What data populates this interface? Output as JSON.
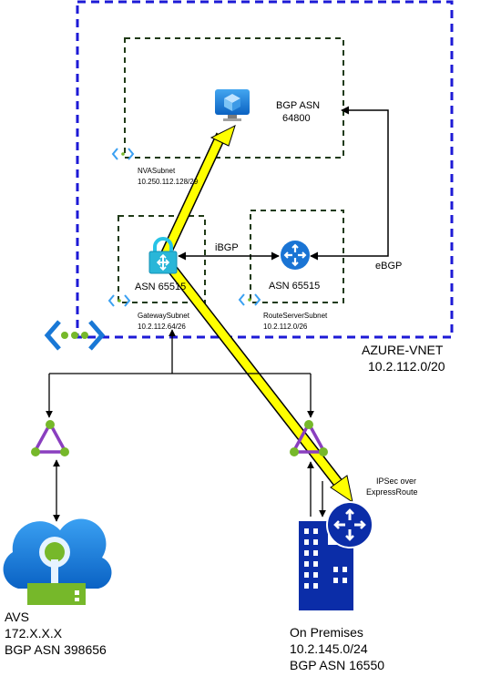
{
  "vnet": {
    "name": "AZURE-VNET",
    "cidr": "10.2.112.0/20",
    "border_color": "#1d1ad6"
  },
  "nva_subnet": {
    "name": "NVASubnet",
    "cidr": "10.250.112.128/29",
    "bgp_label": "BGP ASN",
    "bgp_asn": "64800",
    "icon": "virtual-machine-icon"
  },
  "gateway_subnet": {
    "name": "GatewaySubnet",
    "cidr": "10.2.112.64/26",
    "asn": "ASN 65515",
    "icon": "vpn-gateway-lock-icon"
  },
  "routeserver_subnet": {
    "name": "RouteServerSubnet",
    "cidr": "10.2.112.0/26",
    "asn": "ASN 65515",
    "icon": "route-server-router-icon"
  },
  "links": {
    "ibgp": "iBGP",
    "ebgp": "eBGP",
    "ipsec_line1": "IPSec over",
    "ipsec_line2": "ExpressRoute",
    "tunnel_color": "#ffff00"
  },
  "avs": {
    "name": "AVS",
    "cidr": "172.X.X.X",
    "bgp": "BGP ASN 398656",
    "icon": "avs-cloud-icon"
  },
  "onprem": {
    "name": "On Premises",
    "cidr": "10.2.145.0/24",
    "bgp": "BGP ASN 16550",
    "icon": "building-router-icon"
  },
  "colors": {
    "subnet_border": "#1f3a16",
    "azure_blue": "#0078d4",
    "onprem_blue": "#0b2da8",
    "circuit_purple": "#8a3fbf",
    "circuit_green": "#76b82a"
  }
}
